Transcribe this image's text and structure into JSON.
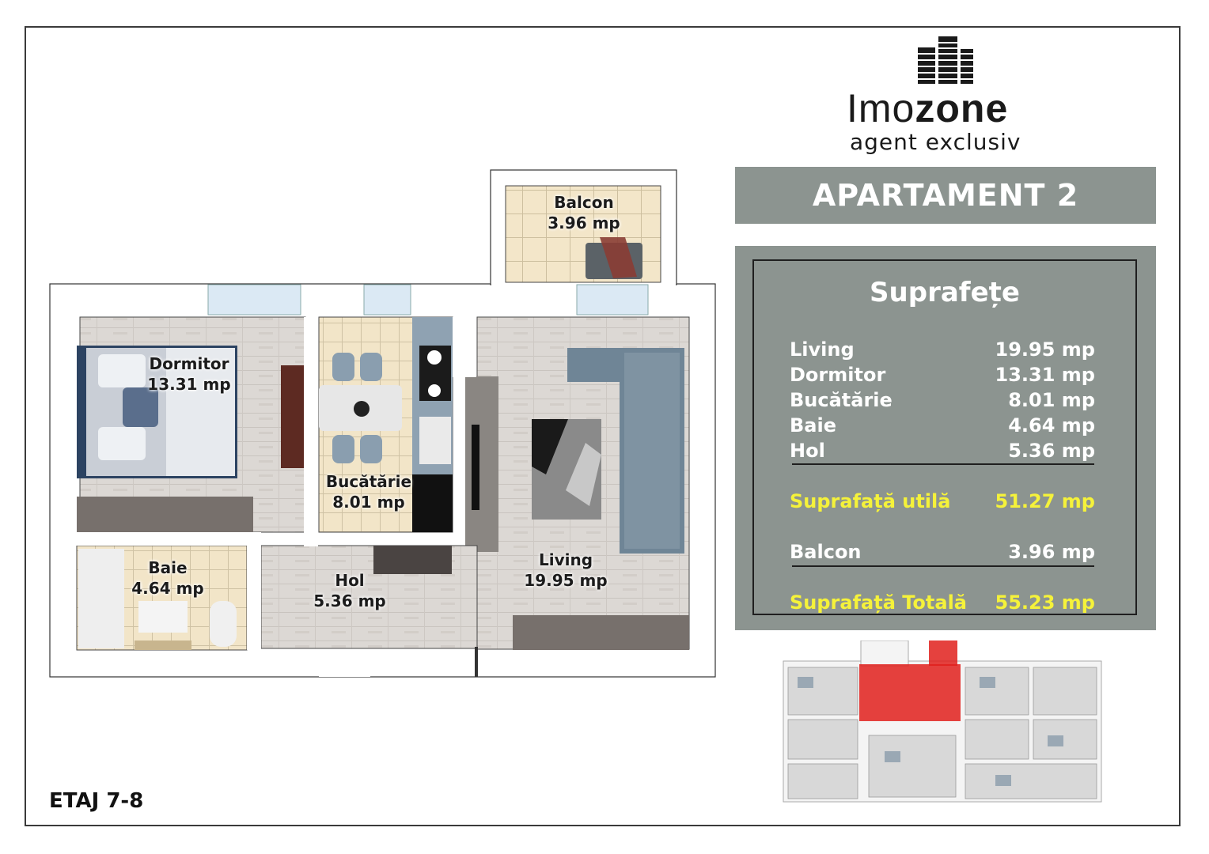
{
  "logo": {
    "word_thin": "Imo",
    "word_bold": "zone",
    "subtitle": "agent exclusiv"
  },
  "title": "APARTAMENT 2 CAMERE",
  "areas": {
    "heading": "Suprafețe",
    "rooms": [
      {
        "name": "Living",
        "value": "19.95 mp"
      },
      {
        "name": "Dormitor",
        "value": "13.31 mp"
      },
      {
        "name": "Bucătărie",
        "value": "8.01 mp"
      },
      {
        "name": "Baie",
        "value": "4.64 mp"
      },
      {
        "name": "Hol",
        "value": "5.36 mp"
      }
    ],
    "useful": {
      "name": "Suprafață utilă",
      "value": "51.27 mp"
    },
    "balcony": {
      "name": "Balcon",
      "value": "3.96 mp"
    },
    "total": {
      "name": "Suprafață Totală",
      "value": "55.23 mp"
    },
    "highlight_color": "#f5f23a",
    "panel_color": "#8c9490"
  },
  "plan_labels": {
    "balcon": {
      "name": "Balcon",
      "area": "3.96 mp"
    },
    "dormitor": {
      "name": "Dormitor",
      "area": "13.31 mp"
    },
    "bucatarie": {
      "name": "Bucătărie",
      "area": "8.01 mp"
    },
    "living": {
      "name": "Living",
      "area": "19.95 mp"
    },
    "baie": {
      "name": "Baie",
      "area": "4.64 mp"
    },
    "hol": {
      "name": "Hol",
      "area": "5.36 mp"
    }
  },
  "floor": "ETAJ 7-8",
  "colors": {
    "wood": "#d9d5d1",
    "tile": "#f1e4c6",
    "sofa": "#6f8596",
    "bed": "#2c4362",
    "highlight": "#e0201c"
  }
}
